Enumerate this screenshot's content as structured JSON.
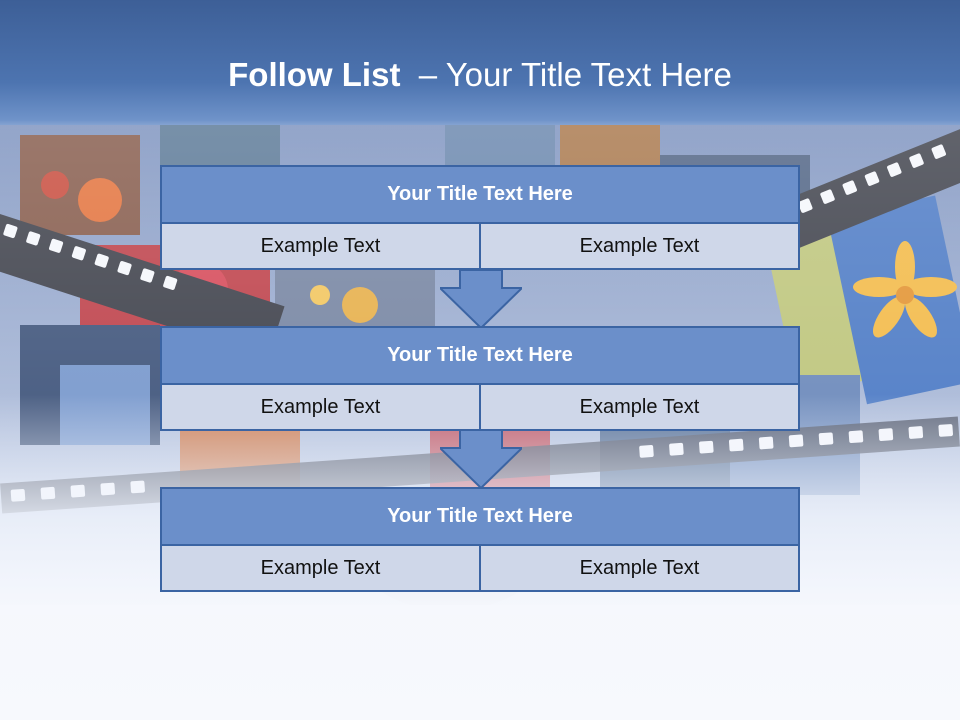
{
  "slide": {
    "title_bold": "Follow List ",
    "title_rest": " – Your Title Text Here"
  },
  "rows": [
    {
      "title": "Your Title Text Here",
      "left": "Example Text",
      "right": "Example Text"
    },
    {
      "title": "Your Title Text Here",
      "left": "Example Text",
      "right": "Example Text"
    },
    {
      "title": "Your Title Text Here",
      "left": "Example Text",
      "right": "Example Text"
    }
  ],
  "colors": {
    "header": "#4d74b0",
    "panel_title": "#6b8fca",
    "panel_cell": "#cfd7e9",
    "border": "#3b64a3",
    "arrow": "#6b8fca"
  }
}
